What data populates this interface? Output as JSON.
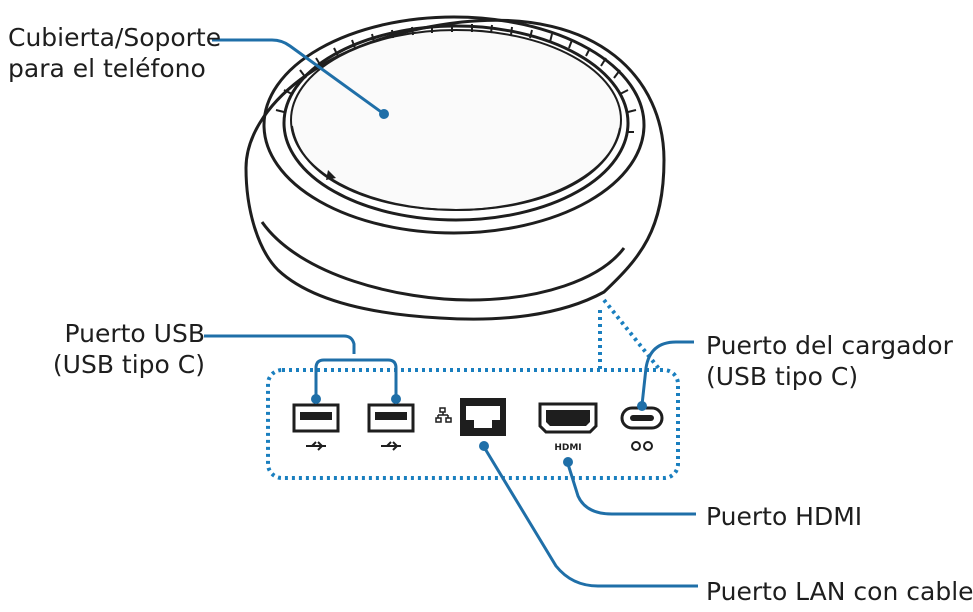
{
  "labels": {
    "cover": {
      "line1": "Cubierta/Soporte",
      "line2": "para el teléfono"
    },
    "usb": {
      "line1": "Puerto USB",
      "line2": "(USB tipo C)"
    },
    "charger": {
      "line1": "Puerto del cargador",
      "line2": "(USB tipo C)"
    },
    "hdmi": {
      "line1": "Puerto HDMI"
    },
    "lan": {
      "line1": "Puerto LAN con cable"
    }
  },
  "port_marks": {
    "hdmi": "HDMI"
  },
  "colors": {
    "leader": "#1f6fa8",
    "dotted_outline": "#1a7fbf",
    "outline": "#1e1e1e",
    "text": "#1e1e1e"
  },
  "icons": [
    "dock-body",
    "usb-a-port-icon",
    "ethernet-port-icon",
    "hdmi-port-icon",
    "usb-c-port-icon",
    "usb-symbol-icon",
    "network-symbol-icon",
    "charger-symbol-icon"
  ]
}
